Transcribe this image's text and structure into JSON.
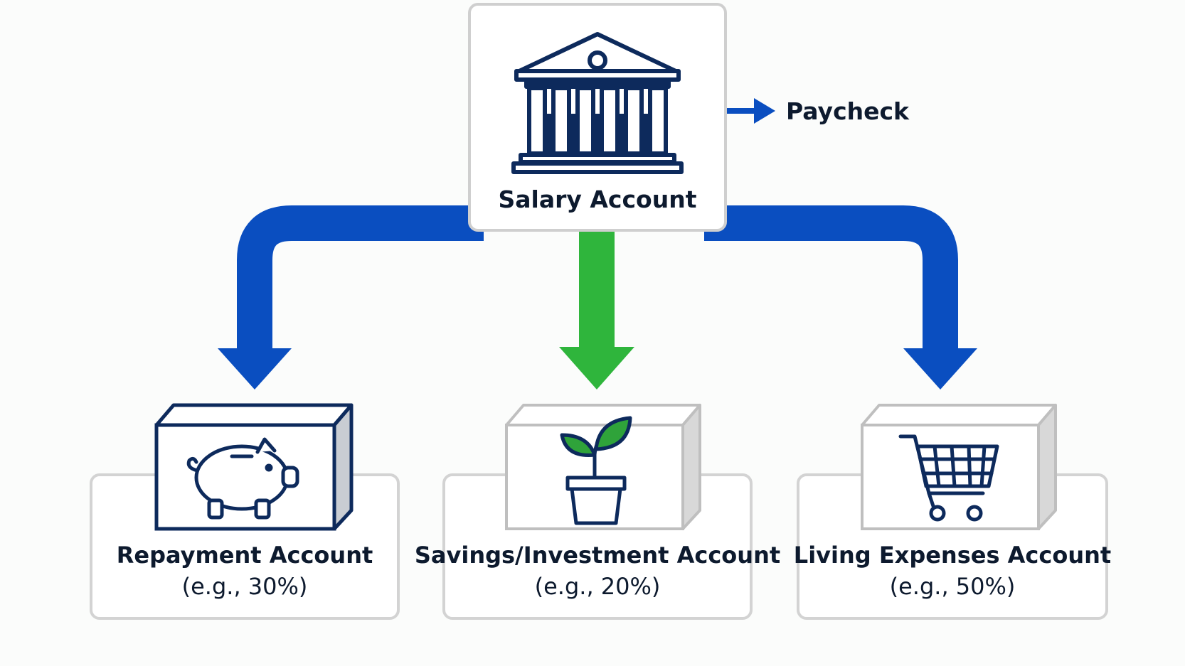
{
  "diagram": {
    "source": {
      "label": "Salary Account",
      "icon": "bank-icon"
    },
    "paycheck": {
      "label": "Paycheck",
      "icon": "arrow-right-icon"
    },
    "accounts": [
      {
        "label": "Repayment Account",
        "share": "(e.g., 30%)",
        "icon": "piggy-bank-icon"
      },
      {
        "label": "Savings/Investment Account",
        "share": "(e.g., 20%)",
        "icon": "plant-icon"
      },
      {
        "label": "Living Expenses Account",
        "share": "(e.g., 50%)",
        "icon": "shopping-cart-icon"
      }
    ]
  },
  "colors": {
    "blue_arrow": "#0a4ec0",
    "green_arrow": "#2fb53c",
    "navy_ink": "#0d2a5c",
    "box_border": "#d3d3d3",
    "plant_green": "#2fa33a"
  }
}
